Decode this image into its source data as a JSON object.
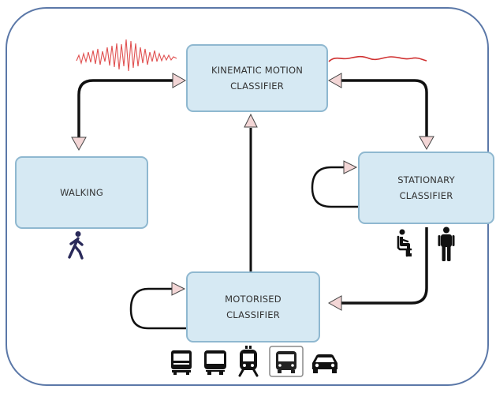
{
  "diagram": {
    "nodes": {
      "kinematic": {
        "label": "KINEMATIC MOTION\nCLASSIFIER"
      },
      "walking": {
        "label": "WALKING"
      },
      "stationary": {
        "label": "STATIONARY\nCLASSIFIER"
      },
      "motorised": {
        "label": "MOTORISED\nCLASSIFIER"
      }
    },
    "icons": {
      "walking": [
        "pedestrian-icon"
      ],
      "stationary": [
        "seated-person-icon",
        "standing-person-icon"
      ],
      "motorised": [
        "train-icon",
        "bus-icon",
        "tram-icon",
        "bus-front-icon",
        "car-icon"
      ]
    },
    "signals": [
      "high-frequency-signal",
      "low-frequency-signal"
    ],
    "colors": {
      "node_fill": "#d6e9f3",
      "node_border": "#8fb8d0",
      "frame_border": "#5b78a8",
      "arrow": "#111111",
      "arrowhead_fill": "#f3d6d6",
      "signal": "#e05050"
    }
  }
}
